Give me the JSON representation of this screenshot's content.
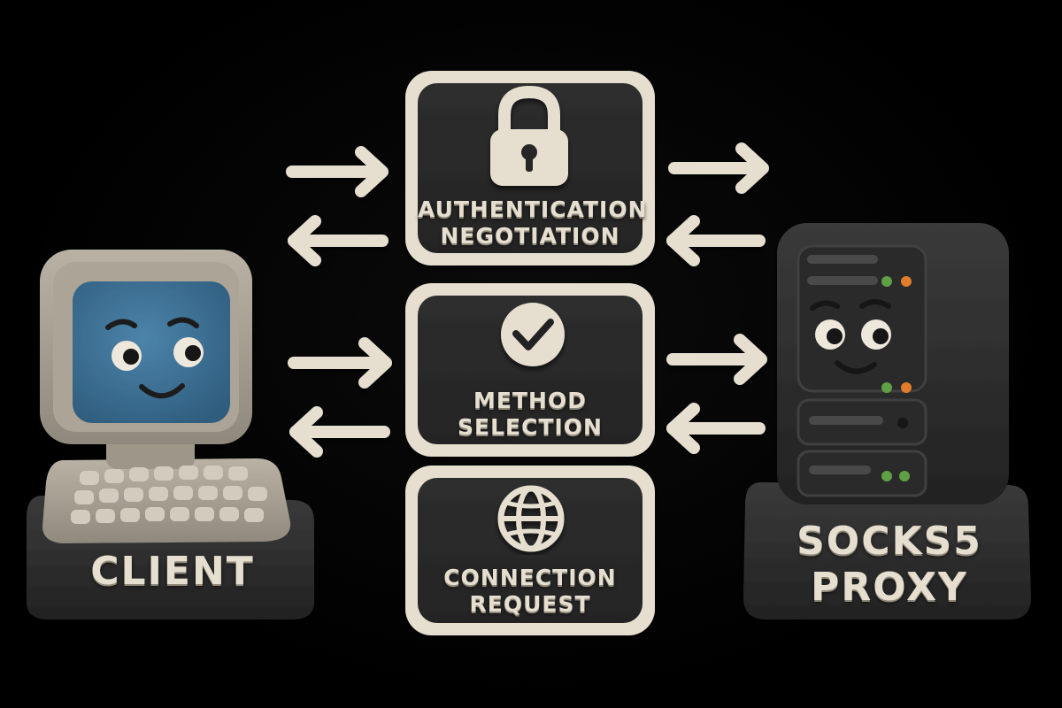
{
  "client": {
    "label": "CLIENT",
    "screen_color": "#3f7397"
  },
  "proxy": {
    "label_line1": "SOCKS5",
    "label_line2": "PROXY",
    "led_green": "#5fa044",
    "led_orange": "#e07b2a"
  },
  "steps": [
    {
      "icon": "lock-icon",
      "line1": "AUTHENTICATION",
      "line2": "NEGOTIATION"
    },
    {
      "icon": "checkmark-icon",
      "line1": "METHOD",
      "line2": "SELECTION"
    },
    {
      "icon": "globe-icon",
      "line1": "CONNECTION",
      "line2": "REQUEST"
    }
  ],
  "colors": {
    "clay_light": "#e6dfd0",
    "clay_dark": "#2f2f2f",
    "background": "#000000"
  }
}
